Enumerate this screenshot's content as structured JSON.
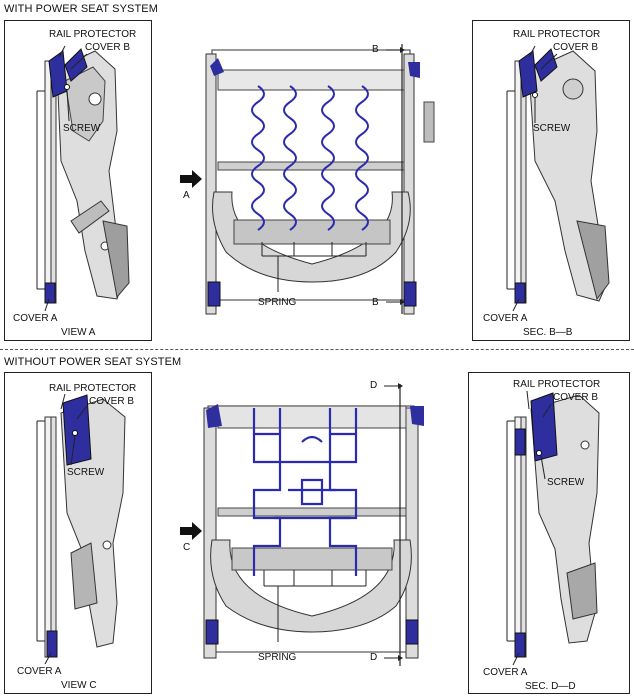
{
  "sections": [
    {
      "title": "WITH POWER SEAT SYSTEM",
      "left_view": {
        "rail_protector": "RAIL PROTECTOR",
        "cover_b": "COVER B",
        "screw": "SCREW",
        "cover_a": "COVER A",
        "caption": "VIEW A"
      },
      "center": {
        "arrow": "A",
        "spring": "SPRING",
        "cut_top": "B",
        "cut_bottom": "B"
      },
      "right_view": {
        "rail_protector": "RAIL PROTECTOR",
        "cover_b": "COVER B",
        "screw": "SCREW",
        "cover_a": "COVER A",
        "caption": "SEC. B—B"
      }
    },
    {
      "title": "WITHOUT POWER SEAT SYSTEM",
      "left_view": {
        "rail_protector": "RAIL PROTECTOR",
        "cover_b": "COVER B",
        "screw": "SCREW",
        "cover_a": "COVER A",
        "caption": "VIEW C"
      },
      "center": {
        "arrow": "C",
        "spring": "SPRING",
        "cut_top": "D",
        "cut_bottom": "D"
      },
      "right_view": {
        "rail_protector": "RAIL PROTECTOR",
        "cover_b": "COVER B",
        "screw": "SCREW",
        "cover_a": "COVER A",
        "caption": "SEC. D—D"
      }
    }
  ],
  "colors": {
    "cover": "#2e2e9e",
    "metal": "#d4d4d4",
    "spring": "#2b2bb0",
    "line": "#222222"
  }
}
